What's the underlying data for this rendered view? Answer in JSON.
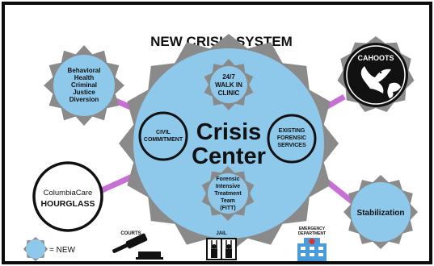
{
  "title": "NEW CRISIS SYSTEM",
  "center": {
    "label_line1": "Crisis",
    "label_line2": "Center",
    "inner_services": [
      {
        "id": "walk-in-clinic",
        "lines": [
          "24/7",
          "WALK IN",
          "CLINIC"
        ]
      },
      {
        "id": "civil-commitment",
        "lines": [
          "CIVIL",
          "COMMITMENT"
        ]
      },
      {
        "id": "existing-forensic-services",
        "lines": [
          "EXISTING",
          "FORENSIC",
          "SERVICES"
        ]
      },
      {
        "id": "forensic-intensive-treatment-team",
        "lines": [
          "Forensic",
          "Intensive",
          "Treatment",
          "Team",
          "(FITT)"
        ]
      }
    ]
  },
  "satellites": [
    {
      "id": "behavioral-health",
      "lines": [
        "Behavioral",
        "Health",
        "Criminal",
        "Justice",
        "Diversion"
      ],
      "is_new": true
    },
    {
      "id": "cahoots",
      "label": "CAHOOTS",
      "is_new": false
    },
    {
      "id": "columbiacare",
      "label_line1": "ColumbiaCare",
      "label_line2": "HOURGLASS",
      "is_new": false
    },
    {
      "id": "stabilization",
      "label": "Stabilization",
      "is_new": true
    }
  ],
  "bottom_icons": [
    {
      "id": "courts",
      "label": "COURTS",
      "icon": "gavel-icon"
    },
    {
      "id": "jail",
      "label": "JAIL",
      "icon": "jail-bars-icon"
    },
    {
      "id": "emergency-department",
      "lines": [
        "EMERGENCY",
        "DEPARTMENT"
      ],
      "icon": "hospital-icon"
    }
  ],
  "legend": {
    "label": "= NEW"
  },
  "colors": {
    "new_fill": "#8ec9ec",
    "seal_edge": "#8a8a8a",
    "ring": "#111111",
    "connector": "#c86fd6",
    "cahoots_fill": "#111111",
    "hospital_blue": "#4a9bd8",
    "hospital_red": "#d9352a"
  }
}
